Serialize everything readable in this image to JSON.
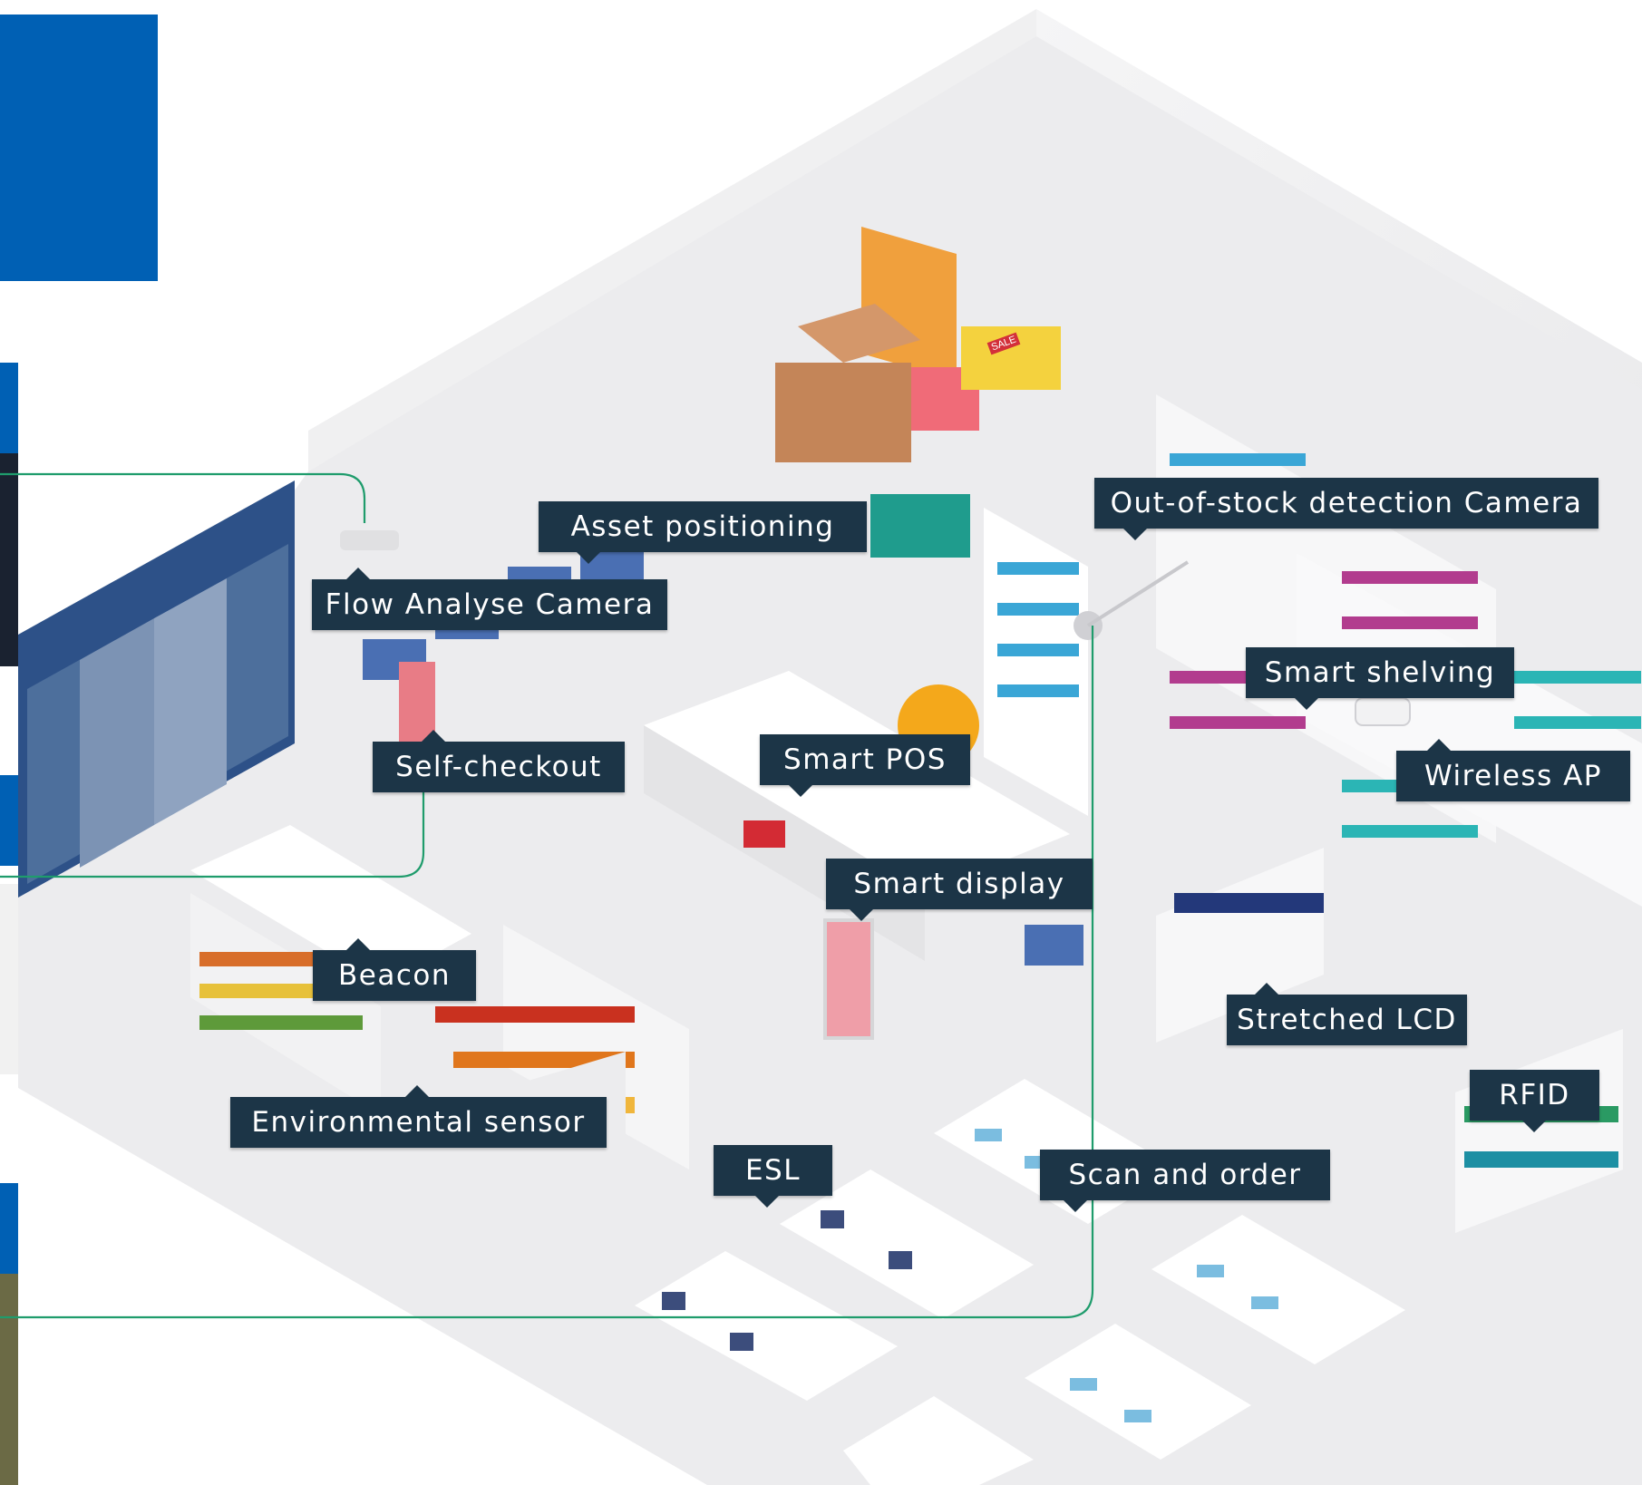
{
  "diagram": {
    "title": "",
    "colors": {
      "accent_blue": "#0060b4",
      "label_bg": "#1c3547",
      "connector_green": "#1f9c6c",
      "floor": "#ececee",
      "wall": "#f3f3f4"
    },
    "labels": {
      "asset_positioning": "Asset positioning",
      "out_of_stock_camera": "Out-of-stock detection Camera",
      "flow_analyse_camera": "Flow Analyse Camera",
      "smart_shelving": "Smart shelving",
      "smart_pos": "Smart POS",
      "wireless_ap": "Wireless AP",
      "self_checkout": "Self-checkout",
      "smart_display": "Smart display",
      "beacon": "Beacon",
      "stretched_lcd": "Stretched LCD",
      "rfid": "RFID",
      "environmental_sensor": "Environmental sensor",
      "esl": "ESL",
      "scan_and_order": "Scan and order"
    },
    "sale_sign": "SALE"
  }
}
